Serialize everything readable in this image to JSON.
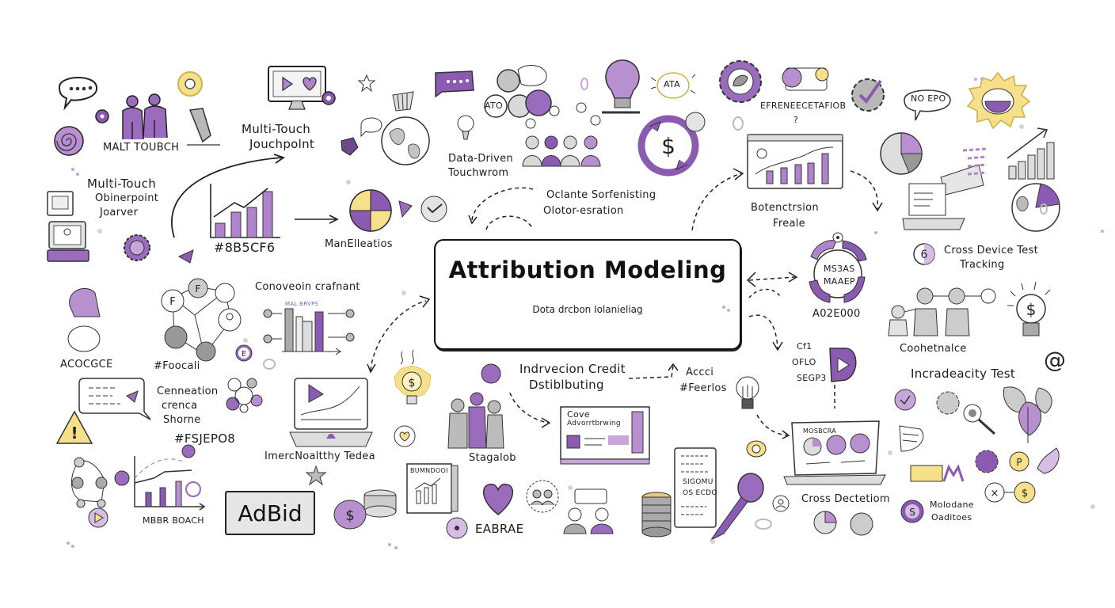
{
  "center": {
    "title": "Attribution Modeling",
    "subtitle": "Dota drcbon Iolanieliag"
  },
  "labels": {
    "malt_touch": "MALT TOUBCH",
    "multi_touch_touchpoint_1": "Multi-Touch",
    "multi_touch_touchpoint_2": "Jouchpolnt",
    "multi_touch_journey_1": "Multi-Touch",
    "multi_touch_journey_2": "Obinerpoint",
    "multi_touch_journey_3": "Joarver",
    "color_code_1": "#8B5CF6",
    "man_elleatios": "ManElleatios",
    "data_driven_1": "Data-Driven",
    "data_driven_2": "Touchwrom",
    "oclante_1": "Oclante Sorfenisting",
    "oclante_2": "Olotor-esration",
    "ata_bubble": "ATA",
    "ato_bubble": "ATO",
    "efrene": "EFRENEECETAFIOB",
    "question_mark": "?",
    "no_bubble": "NO EPO",
    "botenction_1": "Botenctrsion",
    "botenction_2": "Freale",
    "cross_device_1": "Cross Device Test",
    "cross_device_2": "Tracking",
    "cycle_center_1": "MS3AS",
    "cycle_center_2": "MAAEP",
    "a02e000": "A02E000",
    "coohetnalce": "Coohetnalce",
    "increadeacity": "Incradeacity Test",
    "small_arrow_1": "Cf1",
    "small_arrow_2": "OFLO",
    "small_arrow_3": "SEGP3",
    "conoveoin": "Conoveoin crafnant",
    "chart_small_title": "MAL BRVPS",
    "acocgce": "ACOCGCE",
    "foocali": "#Foocali",
    "cenneation_1": "Cenneation",
    "cenneation_2": "crenca",
    "cenneation_3": "Shorne",
    "color_code_2": "#FSJEPO8",
    "imercl": "ImercNoaltthy Tedea",
    "mbr_boach": "MBBR BOACH",
    "adbid": "AdBid",
    "indrvecion_1": "Indrvecion Credit",
    "indrvecion_2": "Dstiblbuting",
    "accci_1": "Accci",
    "accci_2": "#Feerlos",
    "stagalob": "Stagalob",
    "case_card_1": "Cove",
    "case_card_2": "Advorrtbrwing",
    "eabrae": "EABRAE",
    "report_book": "BUMNDOOI",
    "doc_line_1": "SIGOMU",
    "doc_line_2": "OS ECDO",
    "laptop_header": "MOSBCRA",
    "cross_deletion": "Cross Dectetiom",
    "molodane_1": "Molodane",
    "molodane_2": "Oaditoes"
  },
  "icons": [
    "speech-bubble-icon",
    "people-icon",
    "spiral-icon",
    "monitor-play-heart-icon",
    "yellow-donut-icon",
    "bar-chart-up-icon",
    "laptop-icon",
    "gear-icon",
    "pie-chart-icon",
    "globe-icon",
    "lightbulb-icon",
    "dollar-cycle-icon",
    "purple-lightbulb-icon",
    "gear-leaf-icon",
    "gear-check-icon",
    "sun-icon",
    "dashboard-window-icon",
    "growth-bars-icon",
    "megaphone-laptop-icon",
    "network-nodes-icon",
    "warning-icon",
    "dollar-bulb-icon",
    "heart-icon",
    "coins-icon",
    "document-icon",
    "pen-icon",
    "play-shield-icon",
    "at-sign-icon",
    "leaf-icon",
    "magnifier-icon",
    "laptop-pies-icon"
  ],
  "colors": {
    "purple": "#8B5CF6",
    "purple_soft": "#9b6bbd",
    "purple_light": "#c9a6d9",
    "yellow": "#f7e08a",
    "gray": "#c9c9c9",
    "ink": "#1c1c1c"
  }
}
